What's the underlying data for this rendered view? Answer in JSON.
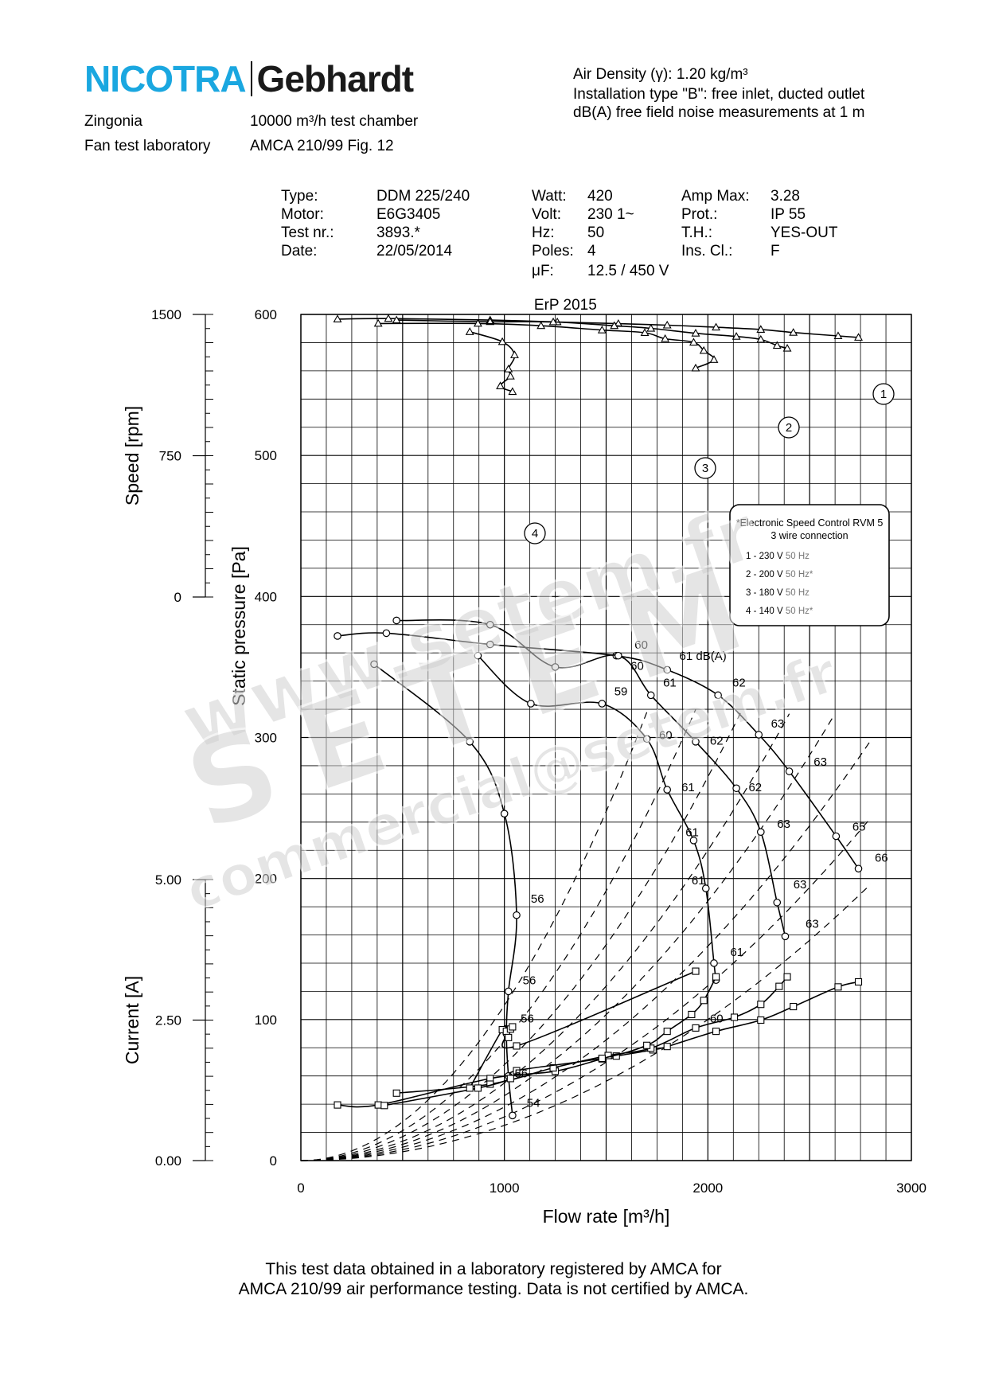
{
  "header": {
    "logo_left": "NICOTRA",
    "logo_right": "Gebhardt",
    "location": "Zingonia",
    "lab": "Fan test laboratory",
    "chamber": "10000 m³/h test chamber",
    "standard": "AMCA 210/99 Fig. 12",
    "air_density": "Air Density (γ):  1.20 kg/m³",
    "installation": "Installation type \"B\": free inlet, ducted outlet",
    "noise": "dB(A)  free field noise measurements at 1 m"
  },
  "specs": [
    {
      "label": "Type:",
      "value": "DDM 225/240"
    },
    {
      "label": "Motor:",
      "value": "E6G3405"
    },
    {
      "label": "Test nr.:",
      "value": "3893.*"
    },
    {
      "label": "Date:",
      "value": "22/05/2014"
    },
    {
      "label": "Watt:",
      "value": "420"
    },
    {
      "label": "Volt:",
      "value": "230 1~"
    },
    {
      "label": "Hz:",
      "value": "50"
    },
    {
      "label": "Poles:",
      "value": "4"
    },
    {
      "label": "μF:",
      "value": "12.5 / 450 V"
    },
    {
      "label": "Amp Max:",
      "value": "3.28"
    },
    {
      "label": "Prot.:",
      "value": "IP 55"
    },
    {
      "label": "T.H.:",
      "value": "YES-OUT"
    },
    {
      "label": "Ins. Cl.:",
      "value": "F"
    }
  ],
  "footer": {
    "line1": "This test data obtained in a laboratory registered by AMCA for",
    "line2": "AMCA 210/99 air performance testing. Data is not certified by AMCA."
  },
  "watermarks": [
    "www.setem.fr",
    "SETEM",
    "commercial@setem.fr"
  ],
  "chart_data": {
    "type": "line",
    "title": "ErP 2015",
    "xlabel": "Flow rate [m³/h]",
    "ylabel": "Static pressure [Pa]",
    "xlim": [
      0,
      3000
    ],
    "ylim": [
      0,
      600
    ],
    "x_ticks": [
      0,
      1000,
      2000,
      3000
    ],
    "y_ticks": [
      0,
      100,
      200,
      300,
      400,
      500,
      600
    ],
    "grid": true,
    "speed_axis": {
      "label": "Speed [rpm]",
      "ticks": [
        "0",
        "750",
        "1500"
      ],
      "range": [
        0,
        1500
      ]
    },
    "current_axis": {
      "label": "Current [A]",
      "ticks": [
        "0.00",
        "2.50",
        "5.00"
      ],
      "range": [
        0,
        5
      ]
    },
    "legend_box": {
      "title": "*Electronic Speed Control RVM 5",
      "subtitle": "3 wire connection",
      "items": [
        {
          "prefix": "1 - 230 V",
          "freq": "50 Hz"
        },
        {
          "prefix": "2 - 200 V",
          "freq": "50 Hz*"
        },
        {
          "prefix": "3 - 180 V",
          "freq": "50 Hz"
        },
        {
          "prefix": "4 - 140 V",
          "freq": "50 Hz*"
        }
      ],
      "placement": "right, upper middle"
    },
    "curve_labels": [
      "1",
      "2",
      "3",
      "4"
    ],
    "pressure_series": [
      {
        "name": "1",
        "x": [
          180,
          420,
          930,
          1550,
          1800,
          2050,
          2250,
          2400,
          2630,
          2740
        ],
        "y": [
          372,
          374,
          366,
          358,
          348,
          330,
          302,
          276,
          230,
          207
        ]
      },
      {
        "name": "2",
        "x": [
          470,
          930,
          1250,
          1560,
          1720,
          1940,
          2140,
          2260,
          2340,
          2380
        ],
        "y": [
          383,
          380,
          350,
          358,
          330,
          297,
          264,
          233,
          183,
          159
        ]
      },
      {
        "name": "3",
        "x": [
          870,
          1130,
          1480,
          1700,
          1800,
          1930,
          1990,
          2030,
          2040
        ],
        "y": [
          358,
          324,
          324,
          299,
          263,
          227,
          193,
          140,
          128
        ]
      },
      {
        "name": "4",
        "x": [
          360,
          830,
          1000,
          1060,
          1020,
          1010,
          1020,
          1040
        ],
        "y": [
          352,
          297,
          246,
          174,
          120,
          90,
          60,
          32
        ]
      }
    ],
    "speed_series": [
      {
        "name": "1",
        "x": [
          180,
          430,
          930,
          1260,
          1560,
          1800,
          2040,
          2260,
          2420,
          2640,
          2740
        ],
        "y": [
          1475,
          1478,
          1470,
          1460,
          1451,
          1443,
          1432,
          1420,
          1404,
          1386,
          1378
        ]
      },
      {
        "name": "2",
        "x": [
          470,
          930,
          1240,
          1540,
          1720,
          1940,
          2140,
          2260,
          2340,
          2390
        ],
        "y": [
          1470,
          1461,
          1460,
          1440,
          1426,
          1400,
          1383,
          1367,
          1335,
          1320
        ]
      },
      {
        "name": "3",
        "x": [
          380,
          870,
          1180,
          1480,
          1690,
          1790,
          1930,
          1980,
          2030,
          1940
        ],
        "y": [
          1452,
          1452,
          1440,
          1417,
          1403,
          1371,
          1352,
          1308,
          1260,
          1215
        ]
      },
      {
        "name": "4",
        "x": [
          830,
          990,
          1050,
          1020,
          1030,
          980,
          1040
        ],
        "y": [
          1408,
          1355,
          1285,
          1210,
          1172,
          1120,
          1090
        ]
      }
    ],
    "current_series": [
      {
        "name": "1",
        "x": [
          180,
          380,
          930,
          1250,
          1480,
          1550,
          1730,
          1800,
          2040,
          2260,
          2420,
          2640,
          2740
        ],
        "y": [
          0.99,
          0.99,
          1.46,
          1.59,
          1.81,
          1.86,
          1.97,
          2.03,
          2.3,
          2.5,
          2.74,
          3.09,
          3.18
        ]
      },
      {
        "name": "2",
        "x": [
          470,
          930,
          1240,
          1510,
          1720,
          1940,
          2130,
          2260,
          2350,
          2390
        ],
        "y": [
          1.2,
          1.36,
          1.65,
          1.87,
          2.0,
          2.36,
          2.55,
          2.78,
          3.1,
          3.27
        ]
      },
      {
        "name": "3",
        "x": [
          410,
          870,
          1030,
          1060,
          1480,
          1700,
          1800,
          1920,
          1980,
          2040
        ],
        "y": [
          0.98,
          1.29,
          1.46,
          1.6,
          1.82,
          2.05,
          2.3,
          2.6,
          2.85,
          3.27
        ]
      },
      {
        "name": "4",
        "x": [
          830,
          990,
          1010,
          1020,
          1030,
          1040,
          1060,
          1940
        ],
        "y": [
          1.29,
          2.33,
          2.3,
          2.19,
          2.34,
          2.38,
          2.04,
          3.37
        ]
      }
    ],
    "noise_labels": [
      {
        "text": "60",
        "x": 1620,
        "y": 348
      },
      {
        "text": "61 dB(A)",
        "x": 1860,
        "y": 355
      },
      {
        "text": "60",
        "x": 1640,
        "y": 363
      },
      {
        "text": "61",
        "x": 1780,
        "y": 336
      },
      {
        "text": "59",
        "x": 1540,
        "y": 330
      },
      {
        "text": "62",
        "x": 2120,
        "y": 336
      },
      {
        "text": "63",
        "x": 2310,
        "y": 307
      },
      {
        "text": "60",
        "x": 1760,
        "y": 299
      },
      {
        "text": "62",
        "x": 2010,
        "y": 295
      },
      {
        "text": "63",
        "x": 2520,
        "y": 280
      },
      {
        "text": "61",
        "x": 1870,
        "y": 262
      },
      {
        "text": "62",
        "x": 2200,
        "y": 262
      },
      {
        "text": "63",
        "x": 2340,
        "y": 236
      },
      {
        "text": "61",
        "x": 1890,
        "y": 230
      },
      {
        "text": "65",
        "x": 2710,
        "y": 234
      },
      {
        "text": "66",
        "x": 2820,
        "y": 212
      },
      {
        "text": "61",
        "x": 1920,
        "y": 196
      },
      {
        "text": "63",
        "x": 2420,
        "y": 193
      },
      {
        "text": "56",
        "x": 1130,
        "y": 183
      },
      {
        "text": "63",
        "x": 2480,
        "y": 165
      },
      {
        "text": "61",
        "x": 2110,
        "y": 145
      },
      {
        "text": "56",
        "x": 1090,
        "y": 125
      },
      {
        "text": "56",
        "x": 1080,
        "y": 98
      },
      {
        "text": "60",
        "x": 2010,
        "y": 98
      },
      {
        "text": "56",
        "x": 1050,
        "y": 59
      },
      {
        "text": "54",
        "x": 1110,
        "y": 38
      }
    ]
  }
}
